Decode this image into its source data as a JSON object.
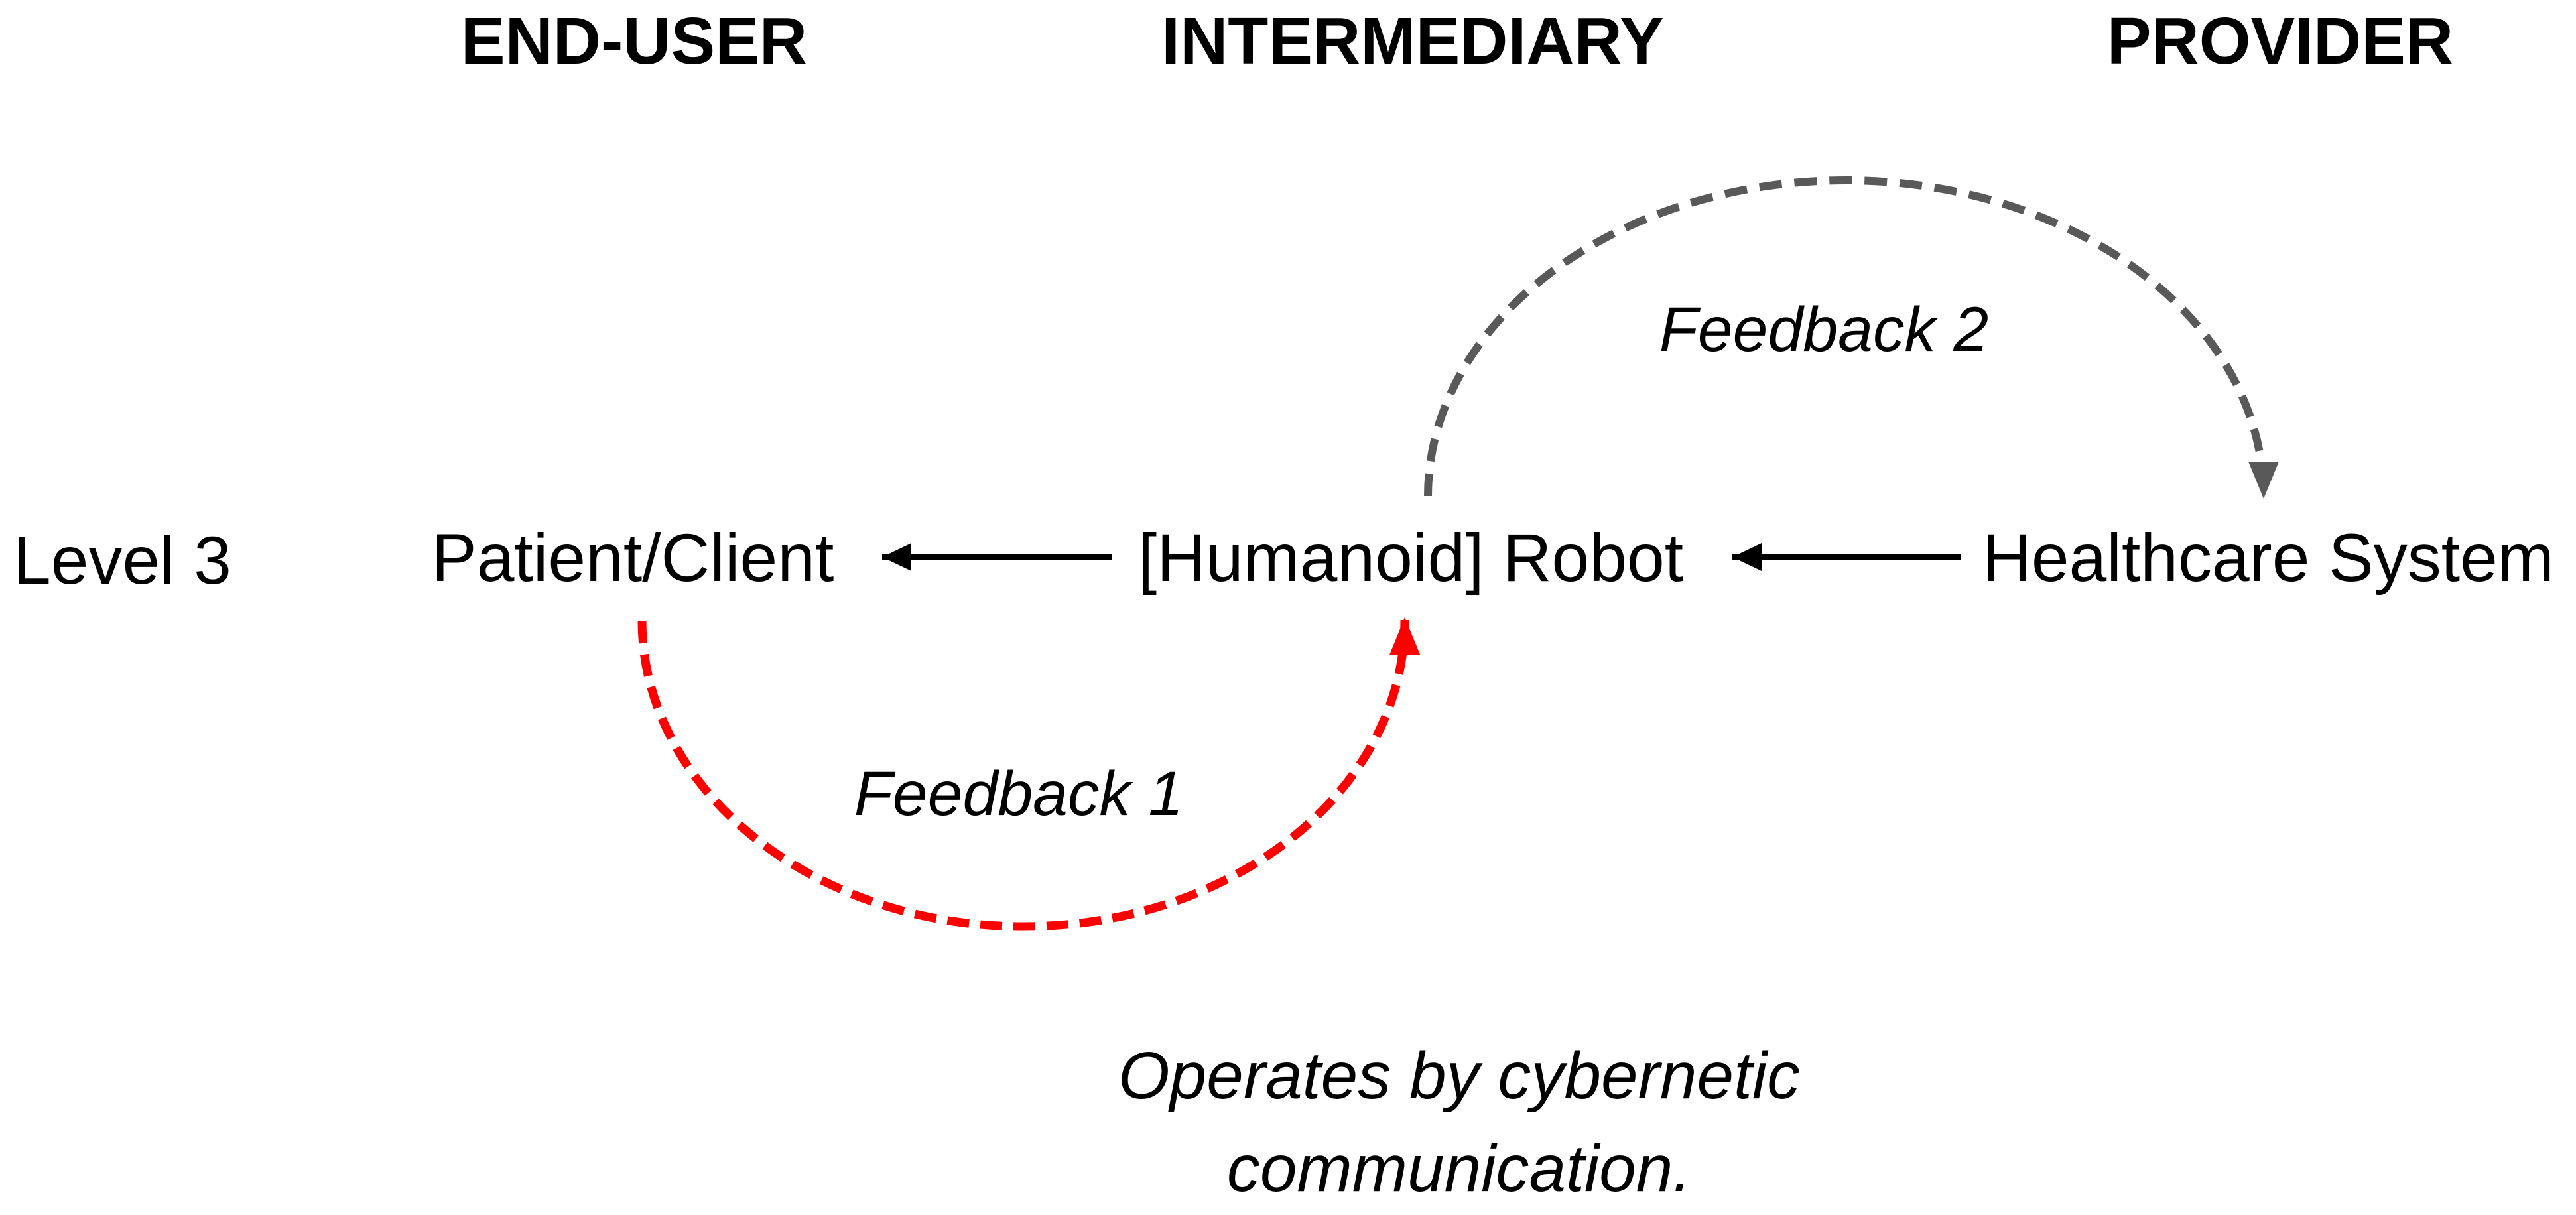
{
  "figure": {
    "background": "#ffffff"
  },
  "colors": {
    "text": "#000000",
    "solid_arrow": "#000000",
    "feedback1_red": "#ff0000",
    "feedback2_gray": "#595959"
  },
  "column_headers": [
    {
      "label": "END-USER"
    },
    {
      "label": "INTERMEDIARY"
    },
    {
      "label": "PROVIDER"
    }
  ],
  "row_label": "Level 3",
  "nodes": [
    {
      "label": "Patient/Client",
      "column": "END-USER"
    },
    {
      "label": "[Humanoid] Robot",
      "column": "INTERMEDIARY"
    },
    {
      "label": "Healthcare System",
      "column": "PROVIDER"
    }
  ],
  "solid_arrows": [
    {
      "from": "[Humanoid] Robot",
      "to": "Patient/Client",
      "direction": "left"
    },
    {
      "from": "Healthcare System",
      "to": "[Humanoid] Robot",
      "direction": "left"
    }
  ],
  "feedback_arcs": [
    {
      "label": "Feedback 1",
      "from": "Patient/Client",
      "to": "[Humanoid] Robot",
      "color": "#ff0000",
      "line_style": "dashed",
      "curve": "below"
    },
    {
      "label": "Feedback 2",
      "from": "[Humanoid] Robot",
      "to": "Healthcare System",
      "color": "#595959",
      "line_style": "dashed",
      "curve": "above"
    }
  ],
  "caption": {
    "line1": "Operates by cybernetic",
    "line2": "communication."
  }
}
